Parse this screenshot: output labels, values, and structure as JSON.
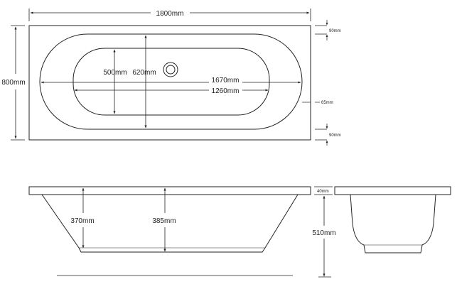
{
  "drawing": {
    "top_view": {
      "overall_length": "1800mm",
      "overall_width": "800mm",
      "inner_width": "620mm",
      "base_width": "500mm",
      "inner_length": "1670mm",
      "base_length": "1260mm",
      "end_rim_top": "90mm",
      "end_rim_bottom": "90mm",
      "side_rim": "65mm"
    },
    "side_view": {
      "depth_to_base": "370mm",
      "depth_to_waste": "385mm"
    },
    "end_view": {
      "rim_thickness": "40mm",
      "overall_height": "510mm"
    }
  },
  "colors": {
    "line": "#222222",
    "background": "#ffffff"
  }
}
